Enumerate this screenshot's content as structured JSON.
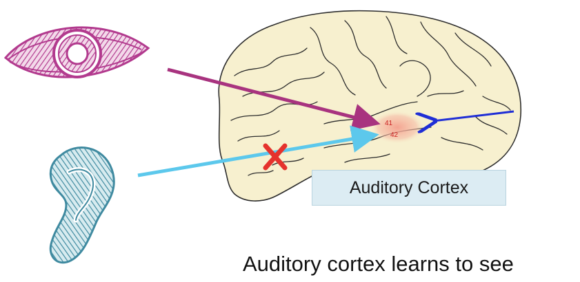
{
  "area_labels": {
    "upper": "41",
    "lower": "42"
  },
  "box_label": "Auditory Cortex",
  "caption": "Auditory cortex learns to see",
  "colors": {
    "eye": "#b23a8e",
    "ear": "#3f8aa0",
    "eye_arrow": "#a8337f",
    "ear_arrow": "#5cc8ec",
    "side_arrow": "#1f2ed6",
    "cross": "#e5322d",
    "brain_fill": "#f7f0cf",
    "brain_outline": "#2c2c2c",
    "cortex_highlight": "#f4a08e",
    "box_fill": "#dcecf3"
  },
  "icons": [
    "eye-icon",
    "ear-icon",
    "brain-illustration",
    "x-mark-icon"
  ]
}
